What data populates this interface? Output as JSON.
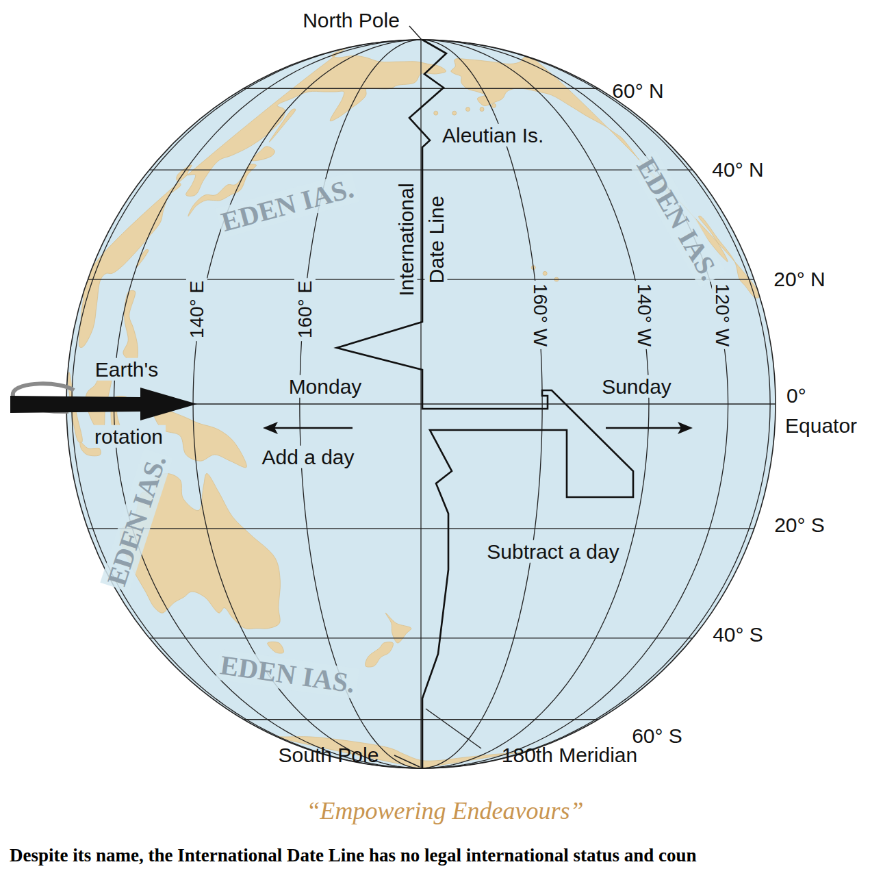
{
  "diagram": {
    "labels": [
      "North Pole",
      "60° N",
      "Aleutian Is.",
      "40° N",
      "International Date Line",
      "20° N",
      "140° E",
      "160° E",
      "160° W",
      "140° W",
      "120° W",
      "Earth's",
      "rotation",
      "Monday",
      "Sunday",
      "0°",
      "Equator",
      "Add a day",
      "Subtract a day",
      "20° S",
      "40° S",
      "60° S",
      "South Pole",
      "180th Meridian",
      "EDEN IAS.",
      "EDEN IAS.",
      "EDEN IAS.",
      "EDEN IAS.",
      "“Empowering Endeavours”",
      "Despite its name, the International Date Line has no legal international status and coun"
    ]
  }
}
